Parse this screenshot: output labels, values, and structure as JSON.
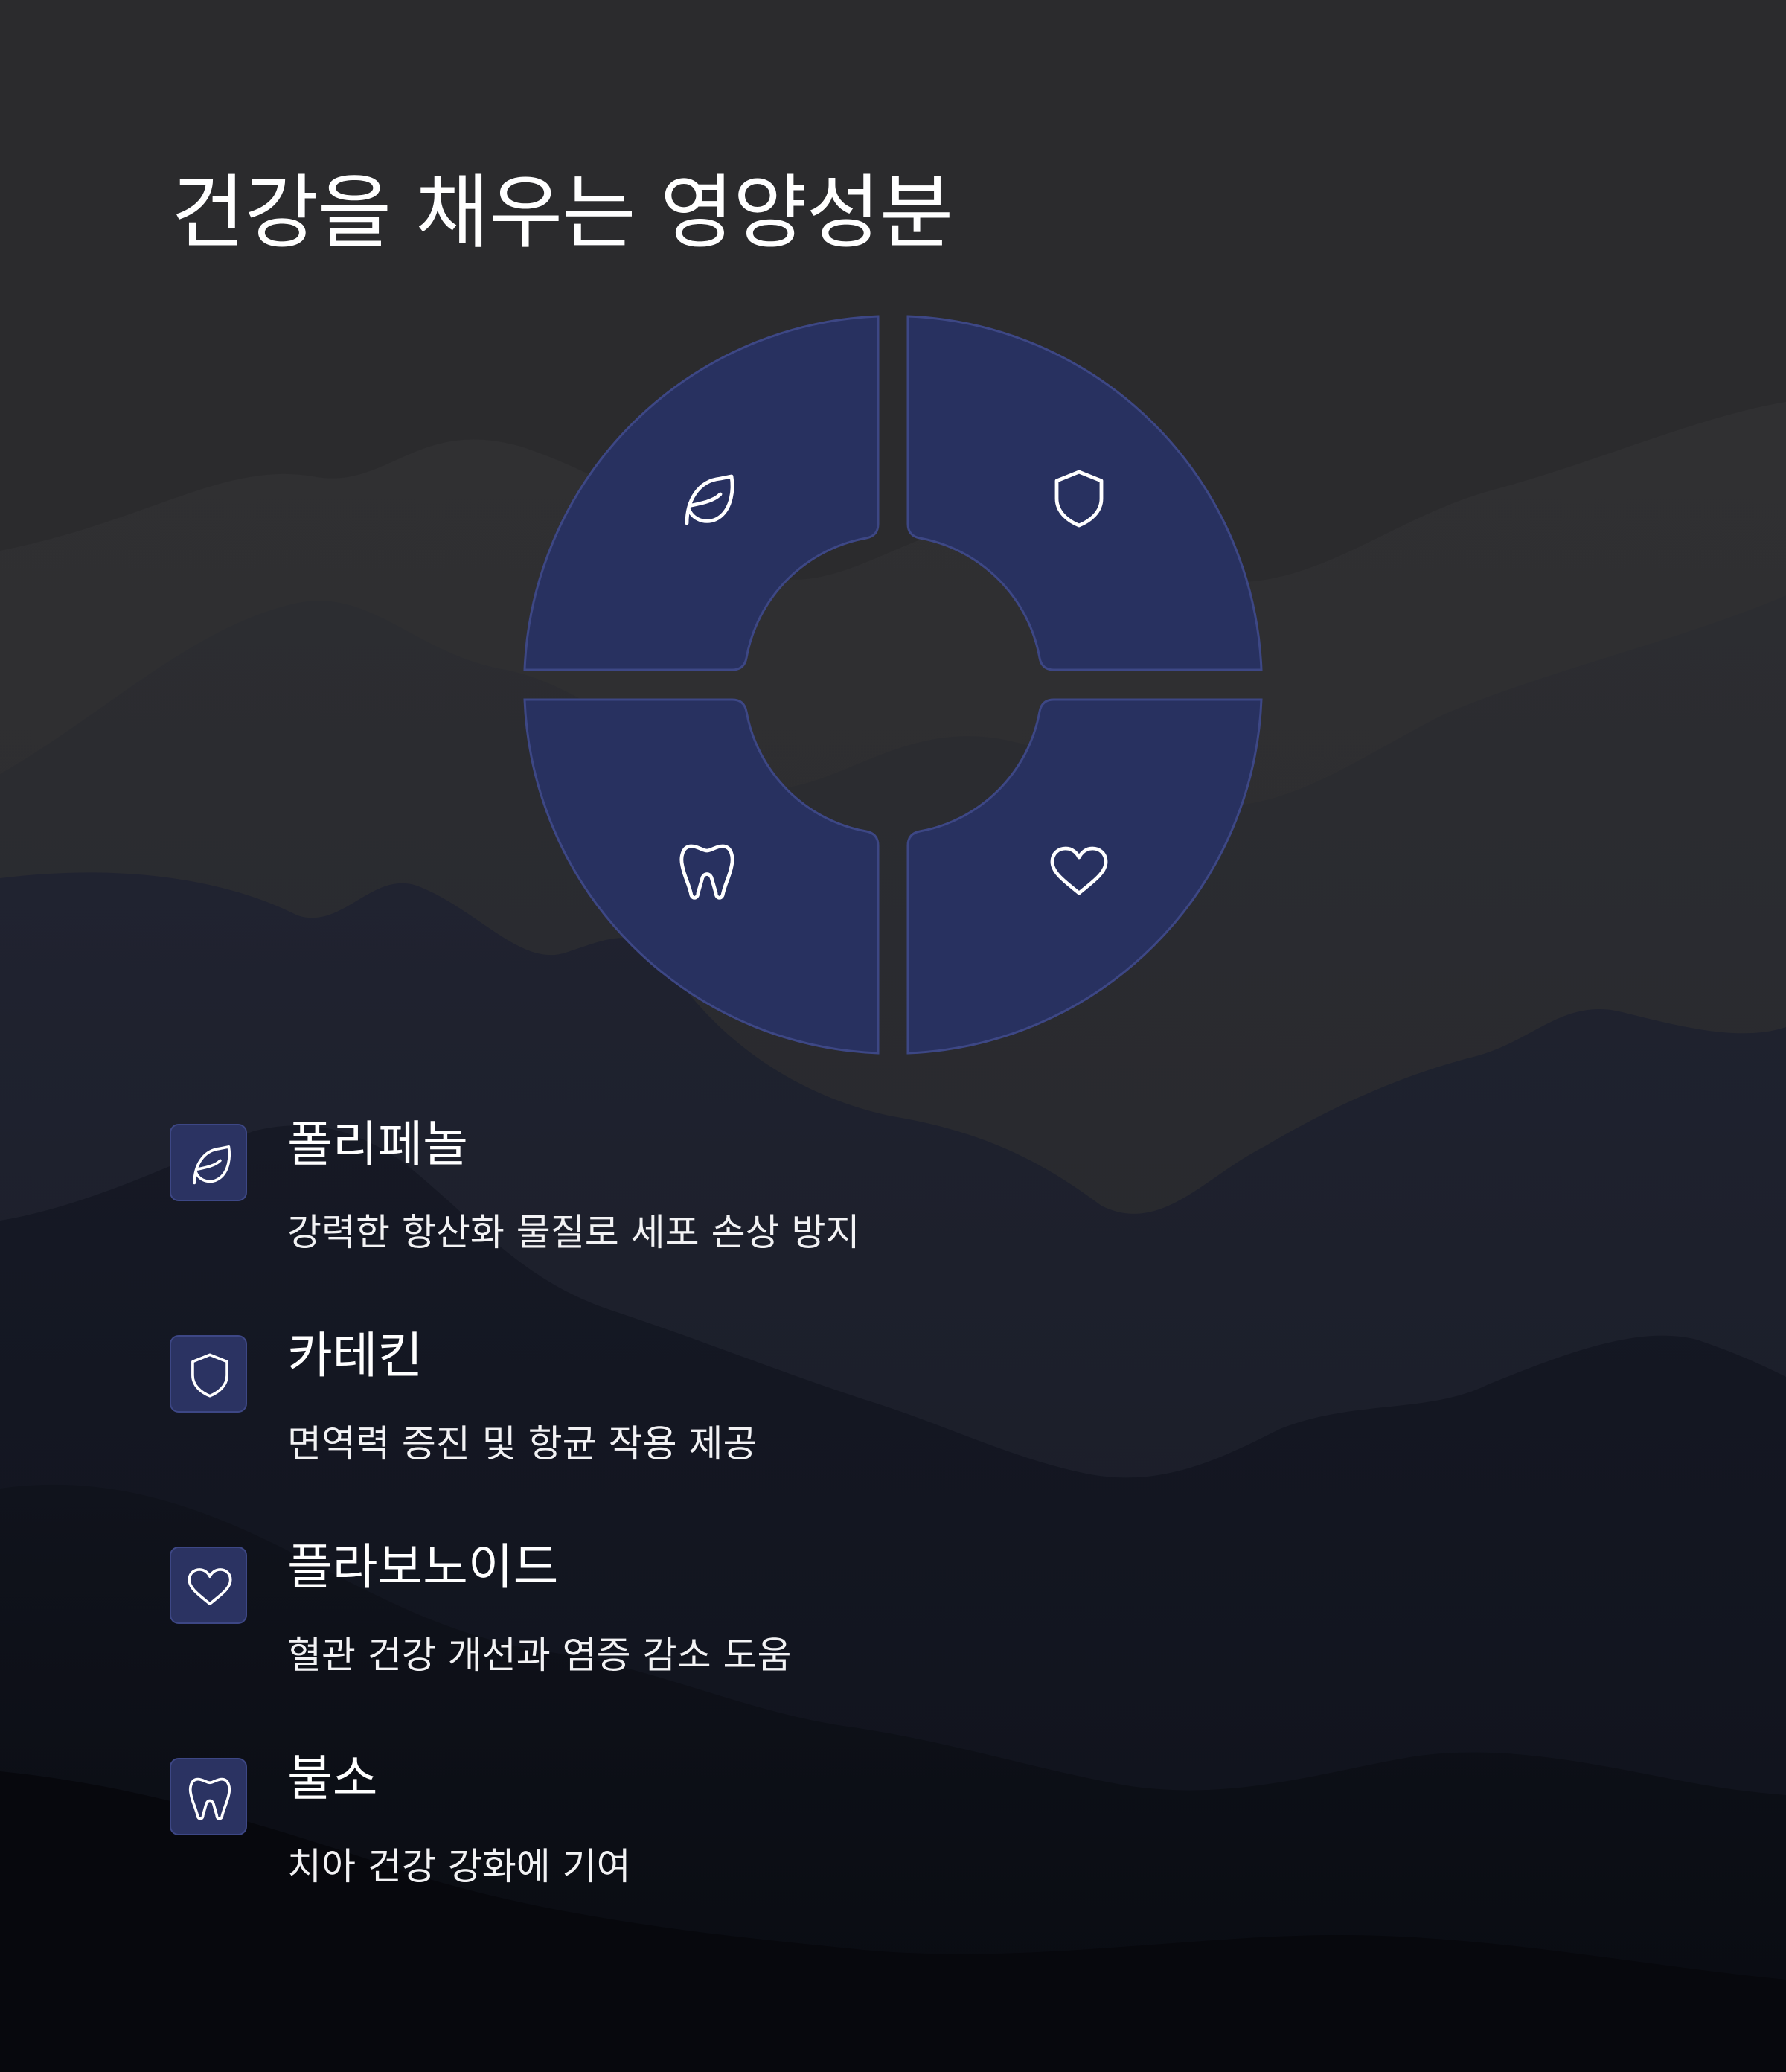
{
  "title": "건강을 채우는 영양성분",
  "colors": {
    "background_top": "#2b2b2d",
    "background_bottom": "#0b0d14",
    "segment_fill": "#283160",
    "segment_stroke": "#3d4785",
    "badge_fill": "#2b3362",
    "icon_stroke": "#ffffff"
  },
  "ring_segments": [
    {
      "icon": "leaf-icon",
      "position": "top-left"
    },
    {
      "icon": "shield-icon",
      "position": "top-right"
    },
    {
      "icon": "tooth-icon",
      "position": "bottom-left"
    },
    {
      "icon": "heart-icon",
      "position": "bottom-right"
    }
  ],
  "items": [
    {
      "icon": "leaf-icon",
      "name": "폴리페놀",
      "desc": "강력한 항산화 물질로 세포 손상 방지"
    },
    {
      "icon": "shield-icon",
      "name": "카테킨",
      "desc": "면역력 증진 및 항균 작용 제공"
    },
    {
      "icon": "heart-icon",
      "name": "플라보노이드",
      "desc": "혈관 건강 개선과 염증 감소 도움"
    },
    {
      "icon": "tooth-icon",
      "name": "불소",
      "desc": "치아 건강 강화에 기여"
    }
  ]
}
